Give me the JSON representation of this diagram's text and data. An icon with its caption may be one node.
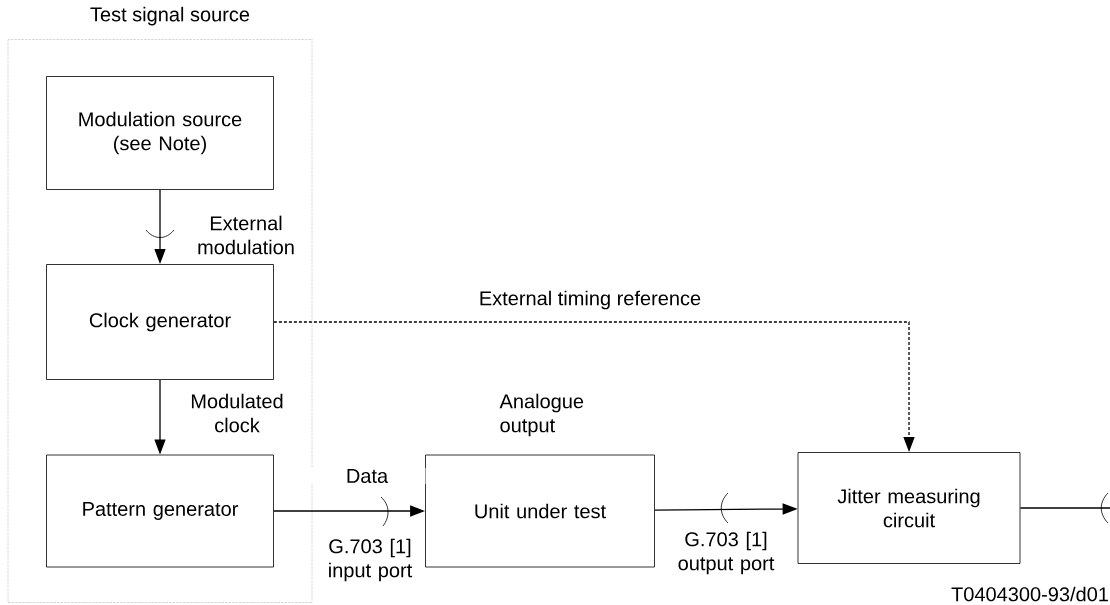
{
  "diagram": {
    "nodes": [
      {
        "text": [
          "Test signal source"
        ]
      },
      {
        "text": [
          "Modulation source (see Note)"
        ],
        "in": 0
      },
      {
        "text": [
          "Clock generator"
        ],
        "in": 0
      },
      {
        "text": [
          "Pattern generator"
        ],
        "in": 0
      },
      {
        "text": [
          "Unit under test"
        ]
      },
      {
        "text": [
          "Jitter measuring circuit"
        ]
      }
    ],
    "edges": [
      {
        "from": 1,
        "to": 2,
        "arrow": "to",
        "label": "External modulation"
      },
      {
        "from": 2,
        "to": 3,
        "arrow": "to",
        "label": "Modulated clock"
      },
      {
        "from": 3,
        "to": 4,
        "arrow": "to",
        "label": "Data"
      },
      {
        "from": 4,
        "to": 5,
        "arrow": "to"
      },
      {
        "from": 2,
        "to": 5,
        "arrow": "to",
        "style": "dashed",
        "label": "External timing reference"
      },
      {
        "from": 5,
        "to": null,
        "arrow": "none"
      }
    ],
    "labels": [
      "Analogue output",
      "G.703 [1] input port",
      "G.703 [1] output port",
      "T0404300-93/d01"
    ]
  }
}
